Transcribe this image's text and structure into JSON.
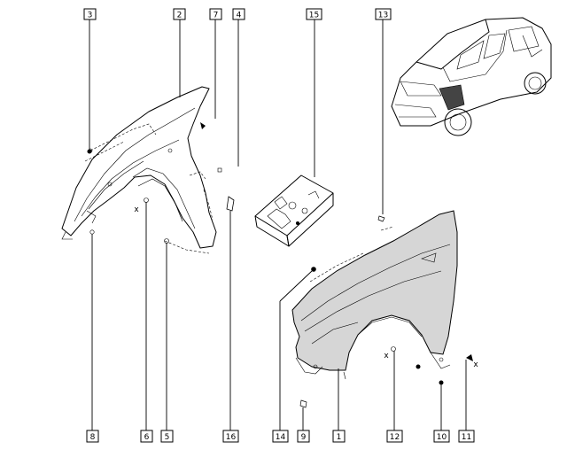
{
  "callouts": [
    {
      "id": "c3",
      "number": "3"
    },
    {
      "id": "c2",
      "number": "2"
    },
    {
      "id": "c7",
      "number": "7"
    },
    {
      "id": "c4",
      "number": "4"
    },
    {
      "id": "c15",
      "number": "15"
    },
    {
      "id": "c13",
      "number": "13"
    },
    {
      "id": "c8",
      "number": "8"
    },
    {
      "id": "c6",
      "number": "6"
    },
    {
      "id": "c5",
      "number": "5"
    },
    {
      "id": "c16",
      "number": "16"
    },
    {
      "id": "c14",
      "number": "14"
    },
    {
      "id": "c9",
      "number": "9"
    },
    {
      "id": "c1",
      "number": "1"
    },
    {
      "id": "c12",
      "number": "12"
    },
    {
      "id": "c10",
      "number": "10"
    },
    {
      "id": "c11",
      "number": "11"
    }
  ],
  "markers": {
    "x": "x"
  }
}
